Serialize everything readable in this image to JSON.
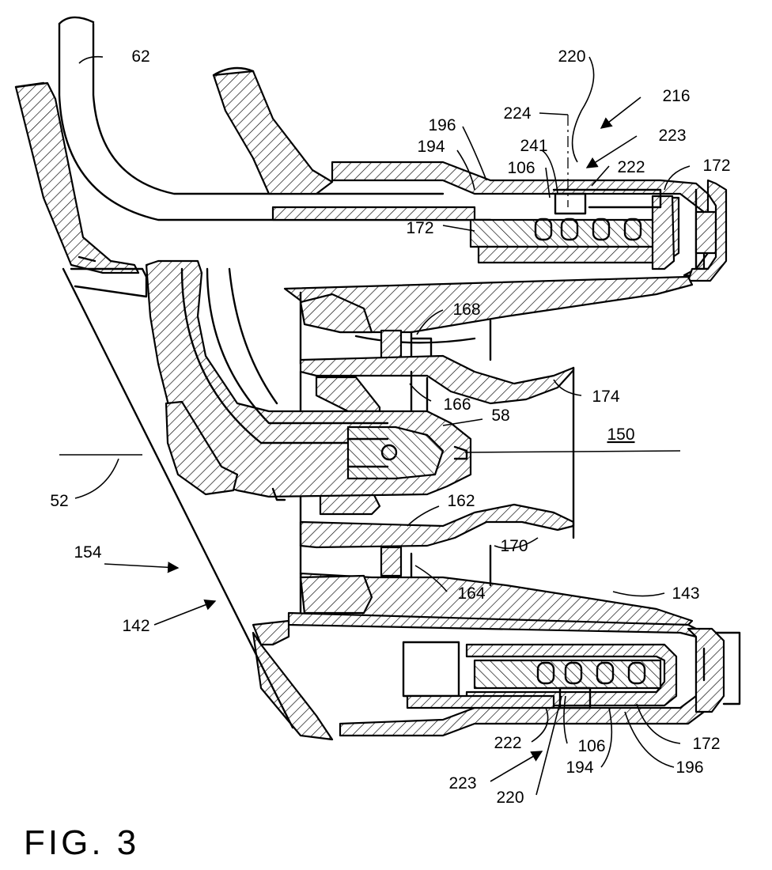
{
  "figure_caption": "FIG. 3",
  "reference_labels": {
    "r62": "62",
    "r220_top": "220",
    "r216": "216",
    "r224": "224",
    "r196_top": "196",
    "r223_top": "223",
    "r194_top": "194",
    "r241": "241",
    "r106_top": "106",
    "r222_top": "222",
    "r172_top_right": "172",
    "r172_top_left": "172",
    "r168": "168",
    "r166": "166",
    "r174": "174",
    "r58": "58",
    "r150": "150",
    "r52": "52",
    "r162": "162",
    "r170": "170",
    "r154": "154",
    "r143": "143",
    "r164": "164",
    "r142": "142",
    "r222_bottom": "222",
    "r106_bottom": "106",
    "r172_bottom": "172",
    "r223_bottom": "223",
    "r194_bottom": "194",
    "r196_bottom": "196",
    "r220_bottom": "220"
  },
  "colors": {
    "ink": "#000000",
    "paper": "#ffffff"
  }
}
